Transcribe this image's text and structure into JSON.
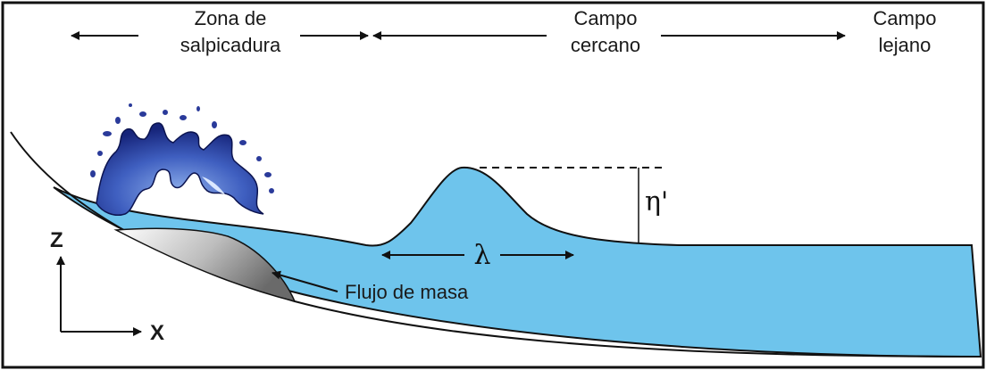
{
  "zones": {
    "splash": [
      "Zona de",
      "salpicadura"
    ],
    "near_field": [
      "Campo",
      "cercano"
    ],
    "far_field": [
      "Campo",
      "lejano"
    ]
  },
  "labels": {
    "wavelength": "λ",
    "amplitude": "η'",
    "mass_flow": "Flujo de masa",
    "z_axis": "Z",
    "x_axis": "X"
  },
  "colors": {
    "water": "#6ec4ec",
    "splash_dark": "#1f2f8a",
    "splash_light": "#6f8fd6",
    "mass_light": "#ffffff",
    "mass_dark": "#6e6e6e",
    "line": "#111111"
  }
}
